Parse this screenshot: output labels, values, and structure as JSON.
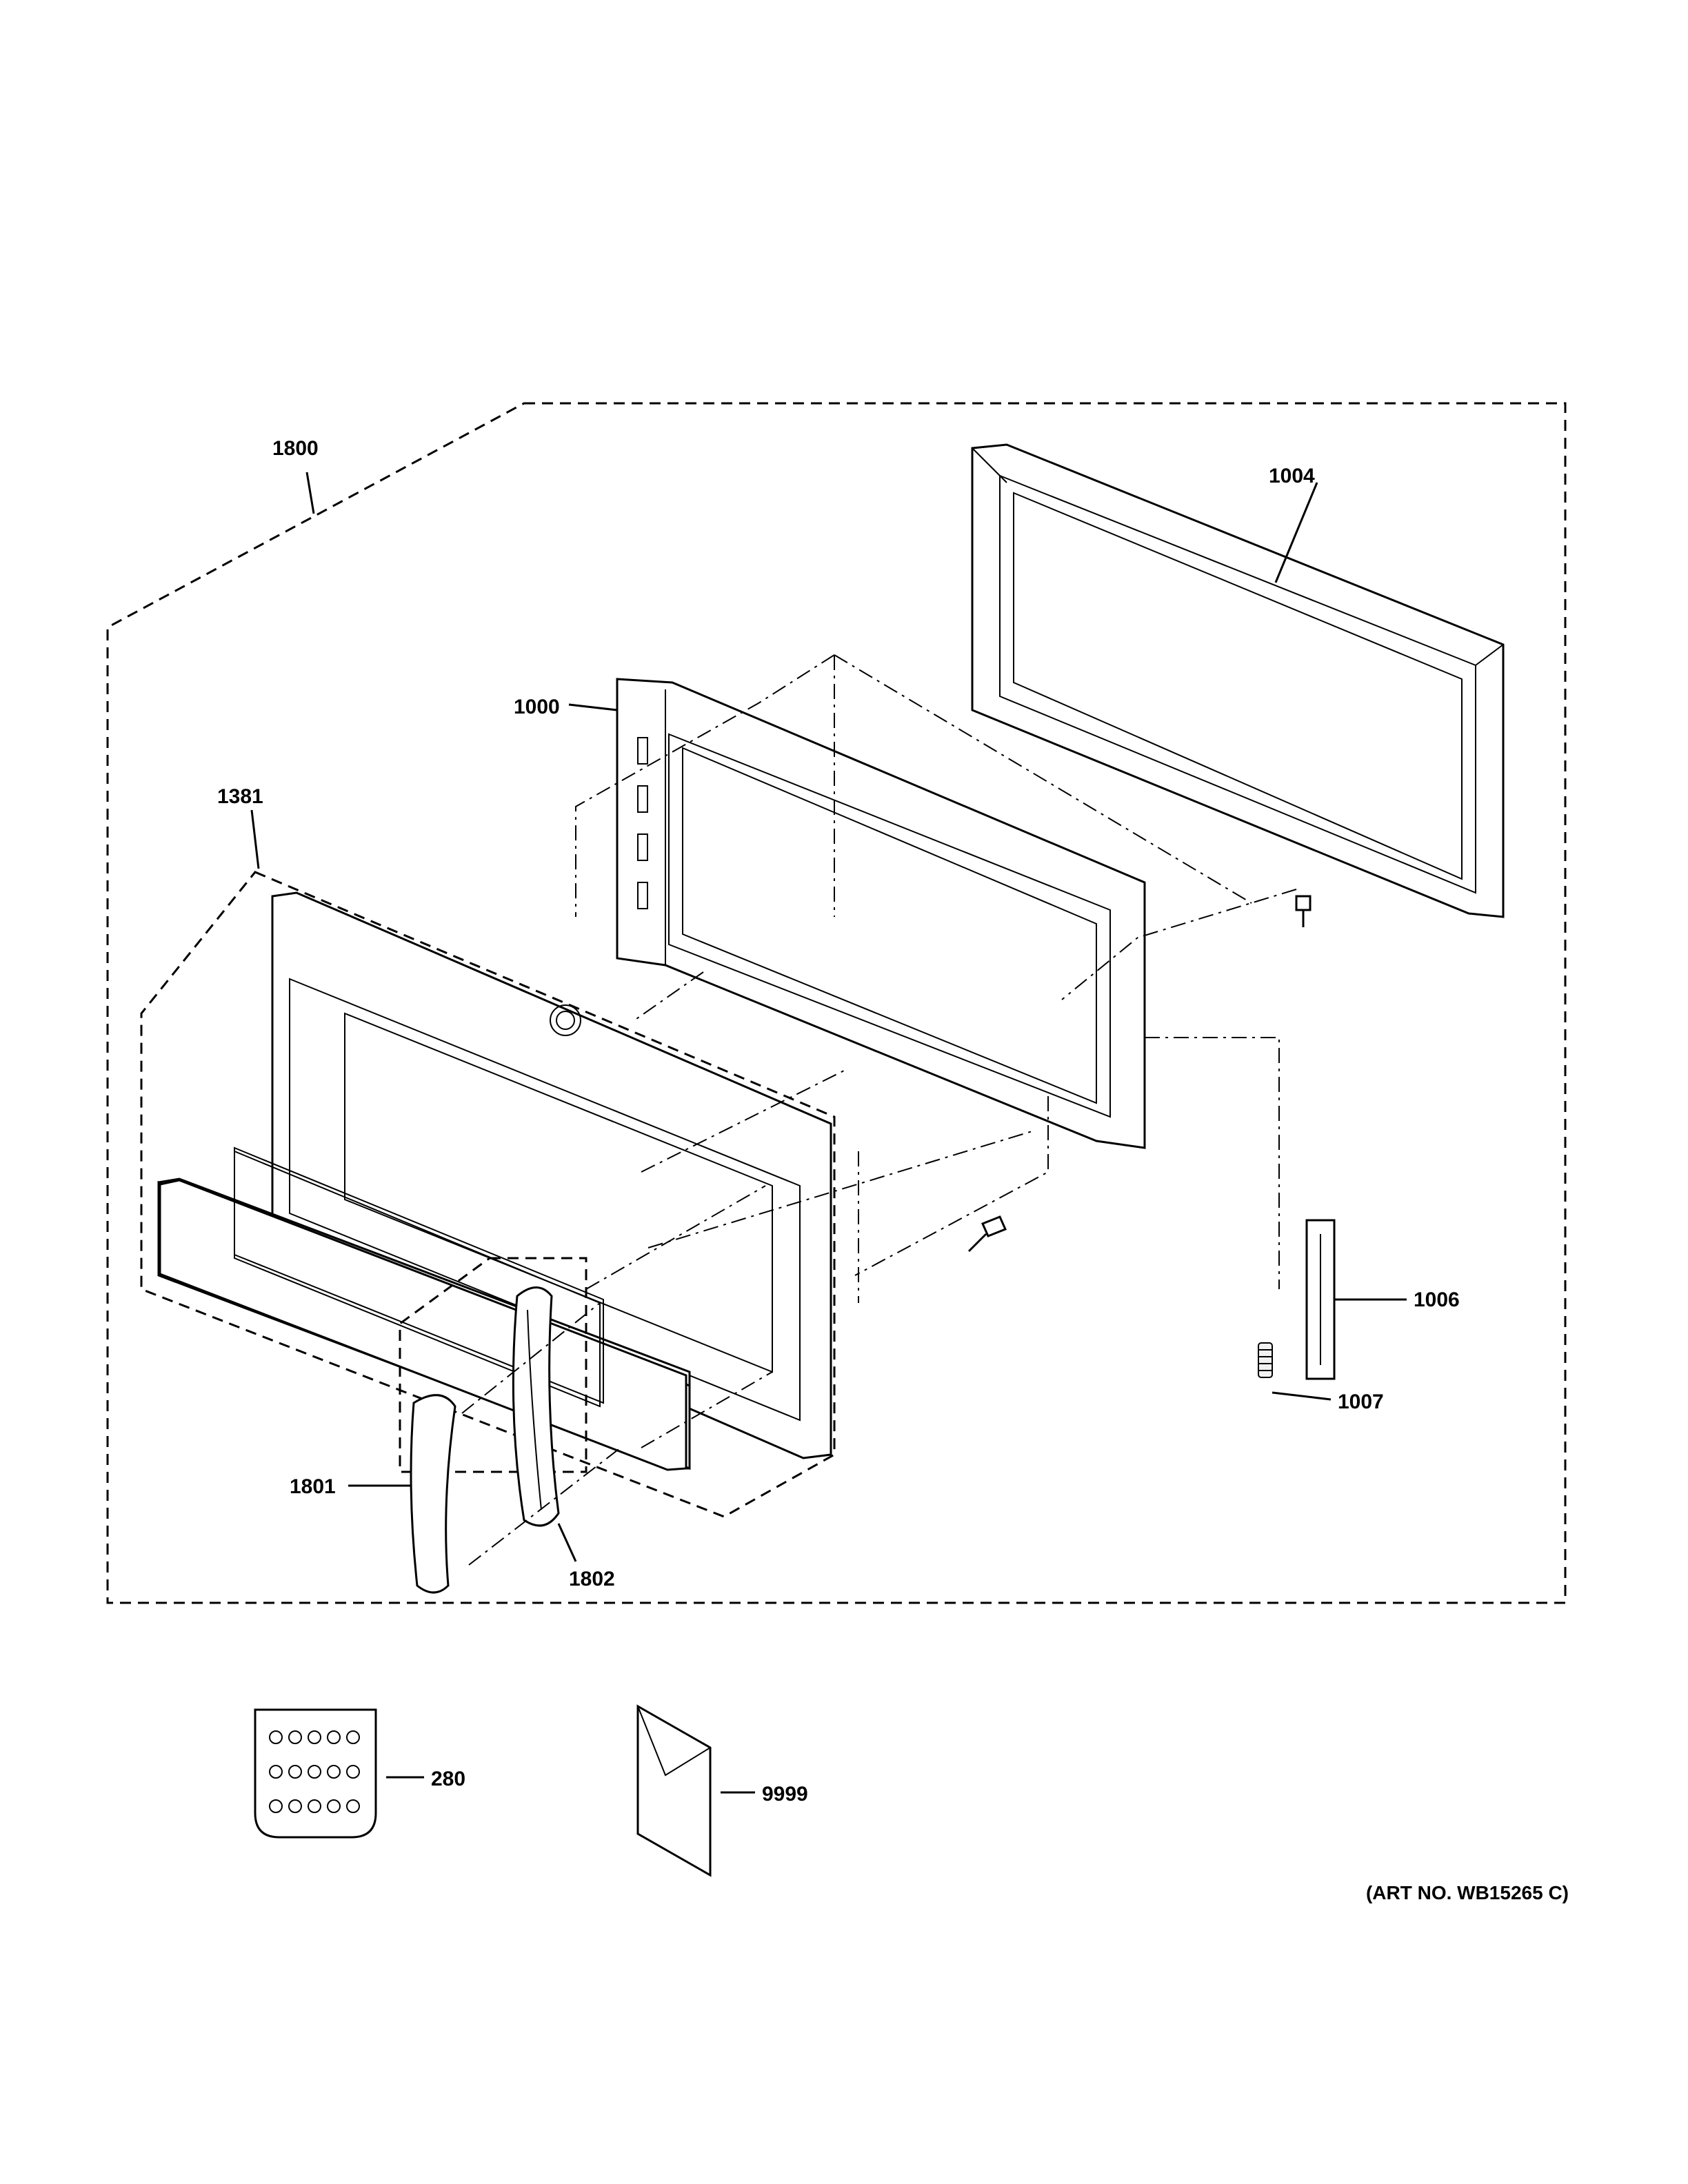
{
  "callouts": {
    "c1800": "1800",
    "c1004": "1004",
    "c1000": "1000",
    "c1381": "1381",
    "c1006": "1006",
    "c1007": "1007",
    "c1801": "1801",
    "c1802": "1802",
    "c280": "280",
    "c9999": "9999"
  },
  "art_number": "(ART NO. WB15265 C)"
}
